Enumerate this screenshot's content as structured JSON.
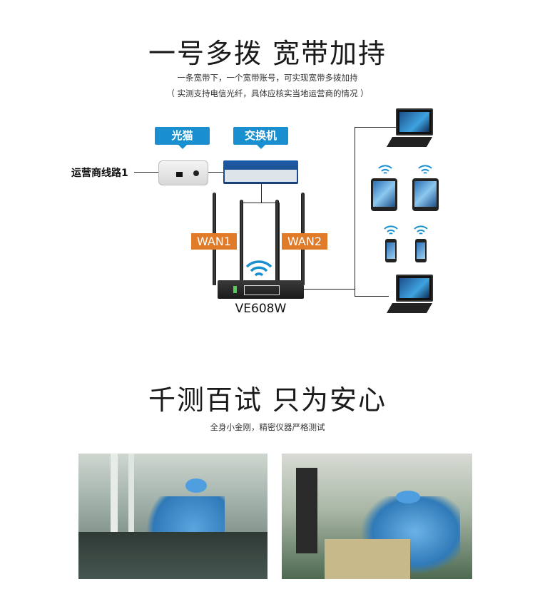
{
  "section1": {
    "title": "一号多拨  宽带加持",
    "subtitle_line1": "一条宽带下，一个宽带账号，可实现宽带多拨加持",
    "subtitle_line2": "（ 实测支持电信光纤，具体应核实当地运营商的情况 ）",
    "diagram": {
      "carrier_line_label": "运营商线路1",
      "modem_tag": "光猫",
      "switch_tag": "交换机",
      "wan1_label": "WAN1",
      "wan2_label": "WAN2",
      "router_model": "VE608W"
    }
  },
  "section2": {
    "title": "千测百试  只为安心",
    "subtitle": "全身小金刚，精密仪器严格测试"
  },
  "colors": {
    "tag_blue": "#1a8fd0",
    "wan_orange": "#e07b2a"
  }
}
